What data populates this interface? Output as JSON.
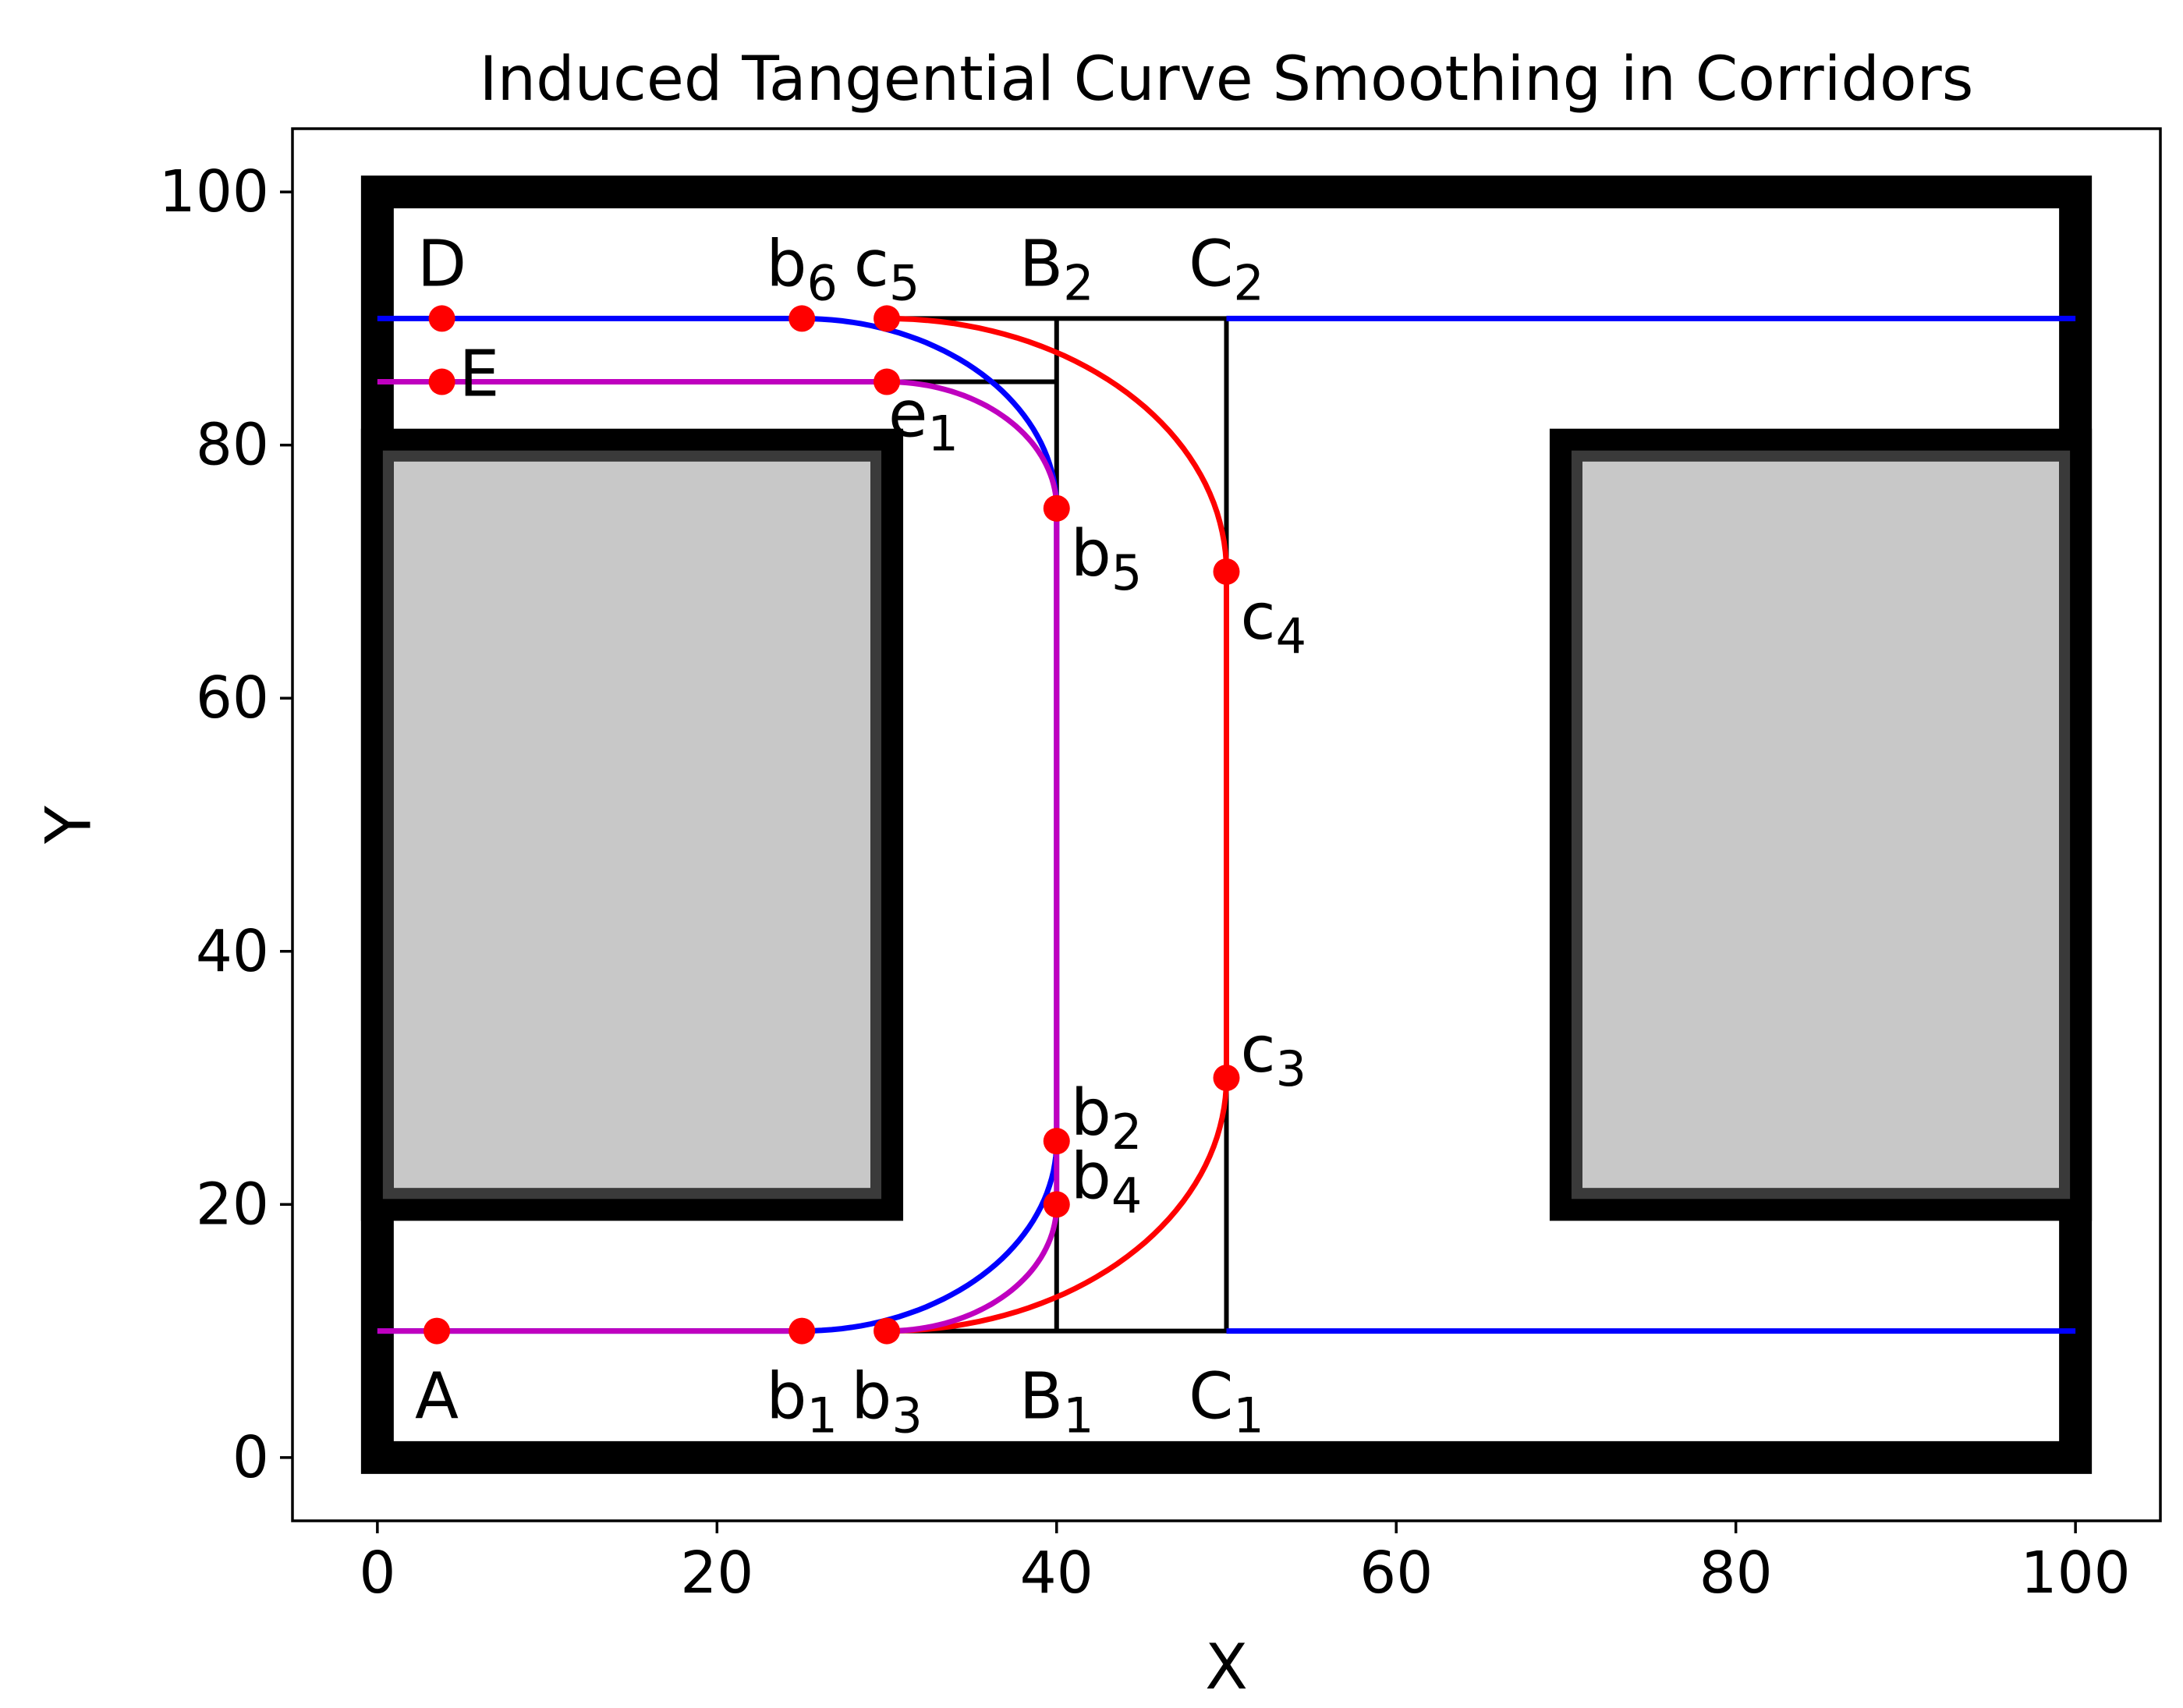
{
  "chart_data": {
    "type": "line",
    "title": "Induced Tangential Curve Smoothing in Corridors",
    "xlabel": "X",
    "ylabel": "Y",
    "xlim": [
      -5,
      105
    ],
    "ylim": [
      -5,
      105
    ],
    "xticks": [
      0,
      20,
      40,
      60,
      80,
      100
    ],
    "yticks": [
      0,
      20,
      40,
      60,
      80,
      100
    ],
    "grid": false,
    "legend": "none",
    "colors": {
      "blue": "#0000ff",
      "red": "#ff0000",
      "magenta": "#bf00bf",
      "black": "#000000",
      "obstacle_fill": "#c8c8c8",
      "obstacle_edge": "#3a3a3a"
    },
    "walls": {
      "outer": [
        [
          0,
          0
        ],
        [
          100,
          100
        ]
      ],
      "obstacles": [
        [
          [
            0,
            20
          ],
          [
            30,
            80
          ]
        ],
        [
          [
            70,
            20
          ],
          [
            100,
            80
          ]
        ]
      ]
    },
    "construction_lines": [
      [
        [
          30,
          10
        ],
        [
          50,
          10
        ]
      ],
      [
        [
          40,
          10
        ],
        [
          40,
          90
        ]
      ],
      [
        [
          50,
          10
        ],
        [
          50,
          90
        ]
      ],
      [
        [
          30,
          90
        ],
        [
          50,
          90
        ]
      ],
      [
        [
          30,
          85
        ],
        [
          40,
          85
        ]
      ]
    ],
    "series": [
      {
        "color": "blue",
        "segments": [
          [
            [
              0,
              10
            ],
            [
              25,
              10
            ]
          ],
          [
            [
              40,
              25
            ],
            [
              40,
              75
            ]
          ],
          [
            [
              25,
              90
            ],
            [
              0,
              90
            ]
          ],
          [
            [
              50,
              90
            ],
            [
              100,
              90
            ]
          ],
          [
            [
              50,
              10
            ],
            [
              100,
              10
            ]
          ]
        ],
        "arcs": [
          {
            "from": [
              25,
              10
            ],
            "corner": [
              40,
              10
            ],
            "to": [
              40,
              25
            ]
          },
          {
            "from": [
              40,
              75
            ],
            "corner": [
              40,
              90
            ],
            "to": [
              25,
              90
            ]
          }
        ]
      },
      {
        "color": "red",
        "segments": [
          [
            [
              50,
              30
            ],
            [
              50,
              70
            ]
          ]
        ],
        "arcs": [
          {
            "from": [
              30,
              10
            ],
            "corner": [
              50,
              10
            ],
            "to": [
              50,
              30
            ]
          },
          {
            "from": [
              50,
              70
            ],
            "corner": [
              50,
              90
            ],
            "to": [
              30,
              90
            ]
          }
        ]
      },
      {
        "color": "magenta",
        "segments": [
          [
            [
              0,
              10
            ],
            [
              25,
              10
            ]
          ],
          [
            [
              40,
              20
            ],
            [
              40,
              75
            ]
          ],
          [
            [
              30,
              85
            ],
            [
              0,
              85
            ]
          ]
        ],
        "arcs": [
          {
            "from": [
              30,
              10
            ],
            "corner": [
              40,
              10
            ],
            "to": [
              40,
              20
            ]
          },
          {
            "from": [
              40,
              75
            ],
            "corner": [
              40,
              85
            ],
            "to": [
              30,
              85
            ]
          }
        ]
      }
    ],
    "points": [
      {
        "x": 3.5,
        "y": 10,
        "label": "A",
        "sub": "",
        "pos": "below"
      },
      {
        "x": 25,
        "y": 10,
        "label": "b",
        "sub": "1",
        "pos": "below"
      },
      {
        "x": 30,
        "y": 10,
        "label": "b",
        "sub": "3",
        "pos": "below"
      },
      {
        "x": 40,
        "y": 25,
        "label": "b",
        "sub": "2",
        "pos": "right"
      },
      {
        "x": 40,
        "y": 20,
        "label": "b",
        "sub": "4",
        "pos": "right"
      },
      {
        "x": 40,
        "y": 75,
        "label": "b",
        "sub": "5",
        "pos": "right-below"
      },
      {
        "x": 50,
        "y": 30,
        "label": "c",
        "sub": "3",
        "pos": "right"
      },
      {
        "x": 50,
        "y": 70,
        "label": "c",
        "sub": "4",
        "pos": "right-below"
      },
      {
        "x": 25,
        "y": 90,
        "label": "b",
        "sub": "6",
        "pos": "above"
      },
      {
        "x": 30,
        "y": 90,
        "label": "c",
        "sub": "5",
        "pos": "above"
      },
      {
        "x": 3.8,
        "y": 90,
        "label": "D",
        "sub": "",
        "pos": "above"
      },
      {
        "x": 3.8,
        "y": 85,
        "label": "E",
        "sub": "",
        "pos": "right-up"
      },
      {
        "x": 30,
        "y": 85,
        "label": "e",
        "sub": "1",
        "pos": "below-right"
      }
    ],
    "annotations": [
      {
        "x": 40,
        "y": 10,
        "label": "B",
        "sub": "1",
        "pos": "below"
      },
      {
        "x": 50,
        "y": 10,
        "label": "C",
        "sub": "1",
        "pos": "below"
      },
      {
        "x": 40,
        "y": 90,
        "label": "B",
        "sub": "2",
        "pos": "above"
      },
      {
        "x": 50,
        "y": 90,
        "label": "C",
        "sub": "2",
        "pos": "above"
      }
    ]
  }
}
